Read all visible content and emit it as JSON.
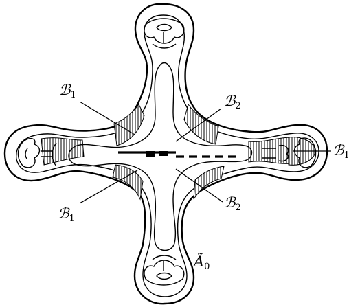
{
  "figure": {
    "labels": {
      "b1_upper_left": {
        "letter": "ℬ",
        "subscript": "1"
      },
      "b2_upper_right": {
        "letter": "ℬ",
        "subscript": "2"
      },
      "b1_right": {
        "letter": "ℬ",
        "subscript": "1"
      },
      "b1_lower_left": {
        "letter": "ℬ",
        "subscript": "1"
      },
      "b2_lower_right": {
        "letter": "ℬ",
        "subscript": "2"
      },
      "a0": {
        "letter": "Ã",
        "subscript": "0"
      }
    },
    "colors": {
      "ink": "#000000",
      "background": "#ffffff"
    }
  }
}
